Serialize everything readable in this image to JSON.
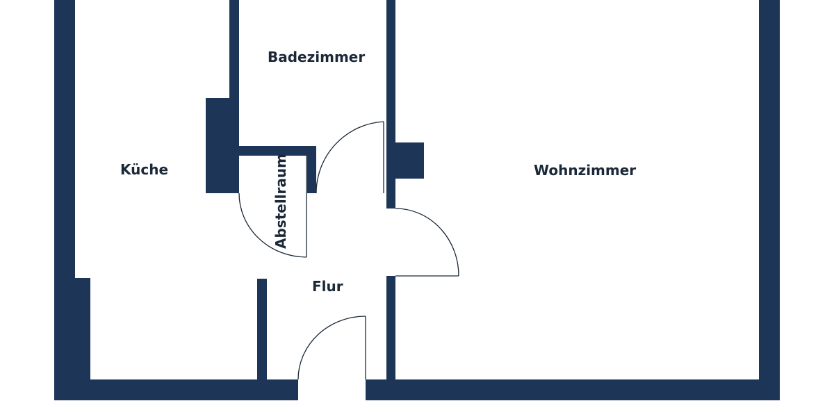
{
  "plan": {
    "wall_color": "#1d3557",
    "rooms": [
      {
        "id": "kueche",
        "label": "Küche"
      },
      {
        "id": "badezimmer",
        "label": "Badezimmer"
      },
      {
        "id": "abstellraum",
        "label": "Abstellraum"
      },
      {
        "id": "flur",
        "label": "Flur"
      },
      {
        "id": "wohnzimmer",
        "label": "Wohnzimmer"
      }
    ]
  }
}
